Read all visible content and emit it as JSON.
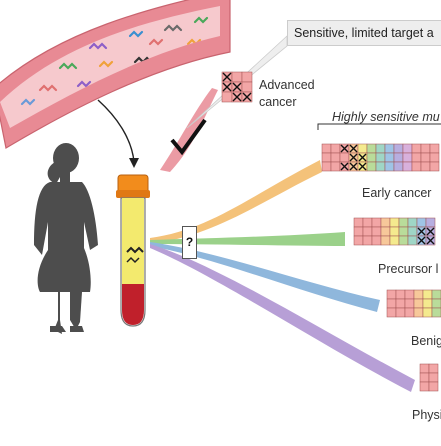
{
  "callout_top": "Sensitive, limited target a",
  "advanced": {
    "line1": "Advanced",
    "line2": "cancer"
  },
  "highly_sensitive": "Highly sensitive mu",
  "question_mark": "?",
  "labels": {
    "early": "Early cancer",
    "precursor": "Precursor l",
    "benign": "Benig",
    "physio": "Physi"
  },
  "colors": {
    "vessel_wall": "#e88a94",
    "vessel_lumen": "#f6c9cd",
    "cap": "#f28c1c",
    "plasma": "#f3ea6e",
    "blood": "#c0202b",
    "silhouette": "#4d4d4d",
    "band_orange": "#f4c27a",
    "band_green": "#9bd18a",
    "band_blue": "#8fb7dc",
    "band_purple": "#b79fd6",
    "grid_pink": "#f2a6a6"
  },
  "grids": [
    {
      "name": "advanced-cancer-grid",
      "marks": "many"
    },
    {
      "name": "early-cancer-grid",
      "marks": "many"
    },
    {
      "name": "precursor-grid",
      "marks": "some"
    },
    {
      "name": "benign-grid",
      "marks": "none"
    },
    {
      "name": "physio-grid",
      "marks": "none"
    }
  ]
}
